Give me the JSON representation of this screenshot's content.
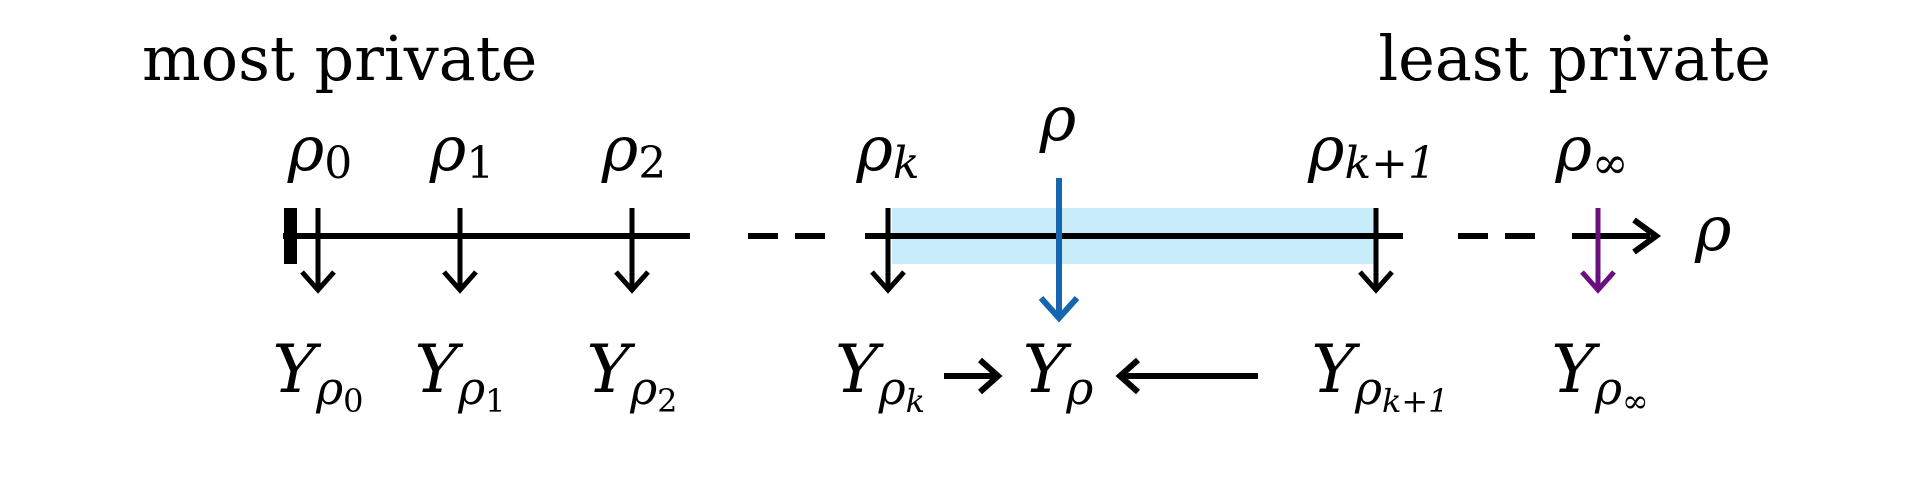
{
  "labels": {
    "left_end": "most private",
    "right_end": "least private"
  },
  "axis": {
    "symbol": "ρ"
  },
  "ticks": [
    {
      "id": "rho0",
      "base": "ρ",
      "sub": "0",
      "y_base": "Y",
      "y_sub": "ρ",
      "y_subsub": "0"
    },
    {
      "id": "rho1",
      "base": "ρ",
      "sub": "1",
      "y_base": "Y",
      "y_sub": "ρ",
      "y_subsub": "1"
    },
    {
      "id": "rho2",
      "base": "ρ",
      "sub": "2",
      "y_base": "Y",
      "y_sub": "ρ",
      "y_subsub": "2"
    },
    {
      "id": "rhok",
      "base": "ρ",
      "sub": "k",
      "y_base": "Y",
      "y_sub": "ρ",
      "y_subsub": "k"
    },
    {
      "id": "rhok1",
      "base": "ρ",
      "sub": "k+1",
      "y_base": "Y",
      "y_sub": "ρ",
      "y_subsub": "k+1"
    },
    {
      "id": "rhoinf",
      "base": "ρ",
      "sub": "∞",
      "y_base": "Y",
      "y_sub": "ρ",
      "y_subsub": "∞"
    }
  ],
  "target": {
    "base": "ρ",
    "y_base": "Y",
    "y_sub": "ρ"
  },
  "colors": {
    "ink": "#000000",
    "target": "#1565b0",
    "limit": "#6a0f80",
    "interval": "#c8ecfa"
  }
}
